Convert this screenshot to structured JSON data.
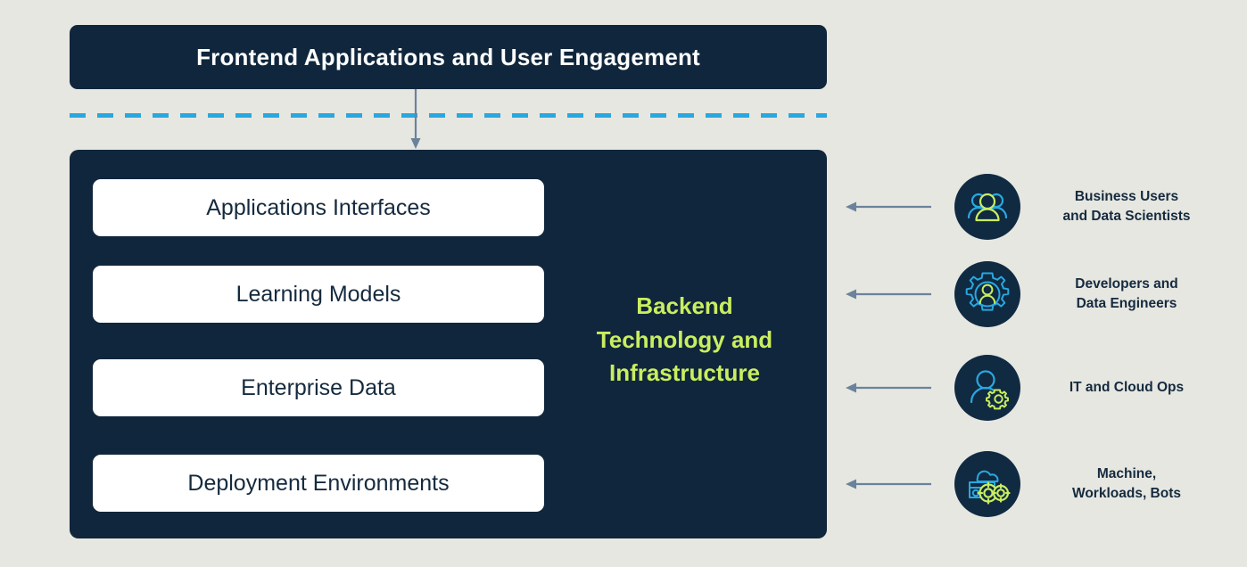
{
  "diagram": {
    "background_color": "#e6e7e1",
    "panel_color": "#10263c",
    "accent_green": "#c9ee5f",
    "accent_blue": "#29a8e0",
    "arrow_color": "#6b829c",
    "frontend": {
      "title": "Frontend Applications and User Engagement"
    },
    "divider": {
      "style": "dashed",
      "color": "#29a8e0"
    },
    "backend": {
      "label": "Backend Technology and Infrastructure",
      "label_line_1": "Backend",
      "label_line_2": "Technology and",
      "label_line_3": "Infrastructure",
      "layers": [
        {
          "label": "Applications Interfaces"
        },
        {
          "label": "Learning Models"
        },
        {
          "label": "Enterprise Data"
        },
        {
          "label": "Deployment Environments"
        }
      ]
    },
    "personas": [
      {
        "icon": "users-group-icon",
        "label": "Business Users and Data Scientists",
        "label_line_1": "Business Users",
        "label_line_2": "and Data Scientists"
      },
      {
        "icon": "gear-user-icon",
        "label": "Developers and Data Engineers",
        "label_line_1": "Developers and",
        "label_line_2": "Data Engineers"
      },
      {
        "icon": "user-settings-icon",
        "label": "IT and Cloud Ops",
        "label_line_1": "IT and Cloud Ops",
        "label_line_2": ""
      },
      {
        "icon": "cloud-gears-icon",
        "label": "Machine, Workloads, Bots",
        "label_line_1": "Machine,",
        "label_line_2": "Workloads, Bots"
      }
    ]
  }
}
